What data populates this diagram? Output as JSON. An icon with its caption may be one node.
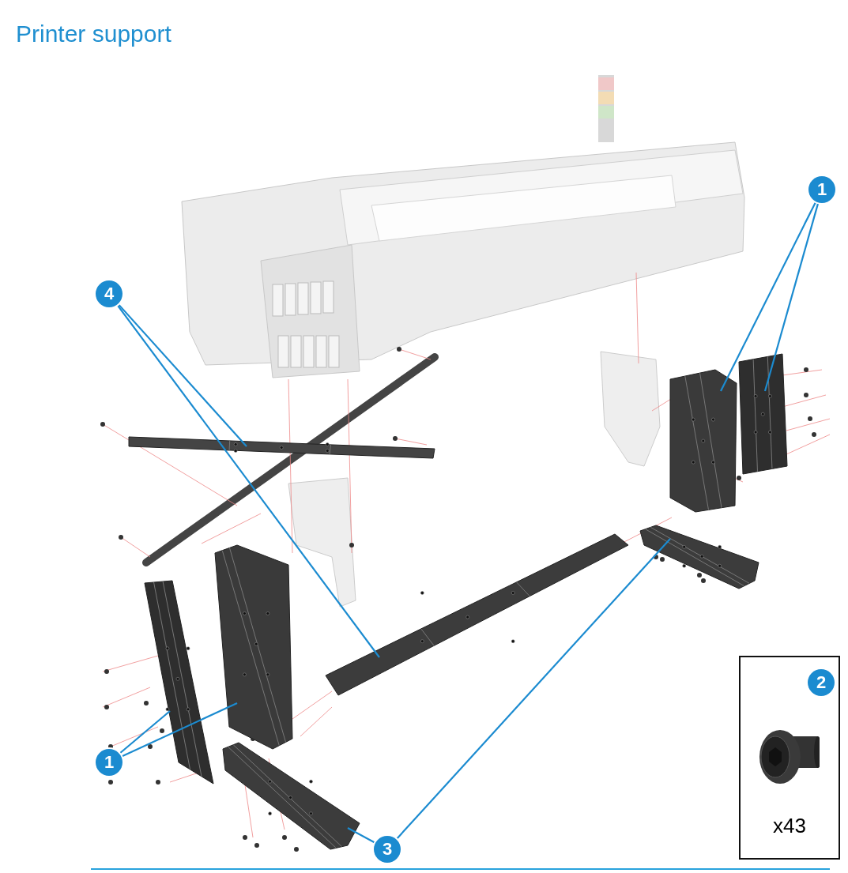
{
  "diagram": {
    "title": "Printer support",
    "nodes": [
      {
        "text": [
          "1"
        ]
      },
      {
        "text": [],
        "shape": "picture"
      },
      {
        "text": [],
        "shape": "picture"
      },
      {
        "text": [
          "4"
        ]
      },
      {
        "text": [],
        "shape": "picture"
      },
      {
        "text": [],
        "shape": "picture"
      },
      {
        "text": [
          "1"
        ]
      },
      {
        "text": [],
        "shape": "picture"
      },
      {
        "text": [],
        "shape": "picture"
      },
      {
        "text": [
          "3"
        ]
      },
      {
        "text": [],
        "shape": "picture"
      },
      {
        "text": [],
        "shape": "picture"
      },
      {
        "text": [
          "2",
          "x43"
        ]
      }
    ],
    "edges": [
      {
        "from": 0,
        "to": 1,
        "arrow": "none"
      },
      {
        "from": 0,
        "to": 2,
        "arrow": "none"
      },
      {
        "from": 3,
        "to": 4,
        "arrow": "none"
      },
      {
        "from": 3,
        "to": 5,
        "arrow": "none"
      },
      {
        "from": 6,
        "to": 7,
        "arrow": "none"
      },
      {
        "from": 6,
        "to": 8,
        "arrow": "none"
      },
      {
        "from": 9,
        "to": 10,
        "arrow": "none"
      },
      {
        "from": 9,
        "to": 11,
        "arrow": "none"
      }
    ]
  }
}
